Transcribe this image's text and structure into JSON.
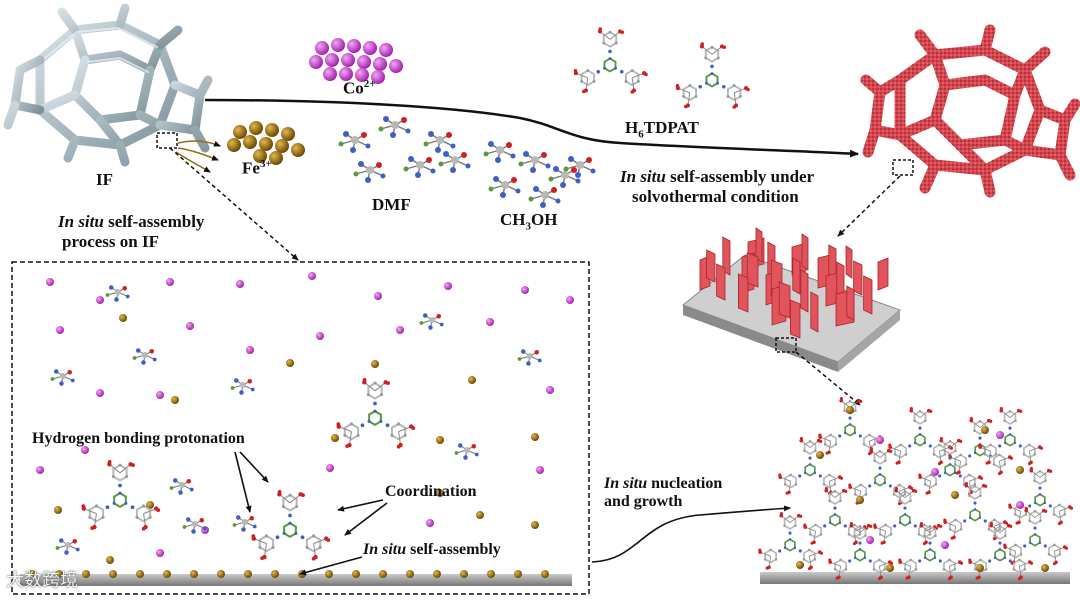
{
  "labels": {
    "if": "IF",
    "co_base": "Co",
    "co_sup": "2+",
    "fe_base": "Fe",
    "fe_sup": "3+",
    "ligand_pre": "H",
    "ligand_sub": "6",
    "ligand_post": "TDPAT",
    "dmf": "DMF",
    "meoh_pre": "CH",
    "meoh_sub": "3",
    "meoh_post": "OH",
    "solvo_italic": "In situ",
    "solvo_line1_rest": " self-assembly under",
    "solvo_line2": "solvothermal condition",
    "process_italic": "In situ",
    "process_line1_rest": " self-assembly",
    "process_line2": "process on IF",
    "hbond": "Hydrogen bonding protonation",
    "coordination": "Coordination",
    "selfasm_italic": "In situ",
    "selfasm_rest": " self-assembly",
    "nucl_italic": "In situ",
    "nucl_line1_rest": " nucleation",
    "nucl_line2": "and growth"
  },
  "watermark": "大数跨境",
  "colors": {
    "cobalt": "#c040c8",
    "iron": "#9a6a10",
    "foam_gray": "#a7b8c0",
    "mof_red": "#d8454f",
    "substrate": "#9a9a9a",
    "carbon": "#b8b8b8",
    "nitrogen": "#3c5fc8",
    "oxygen": "#d02020",
    "triazine": "#5a9a3a"
  }
}
